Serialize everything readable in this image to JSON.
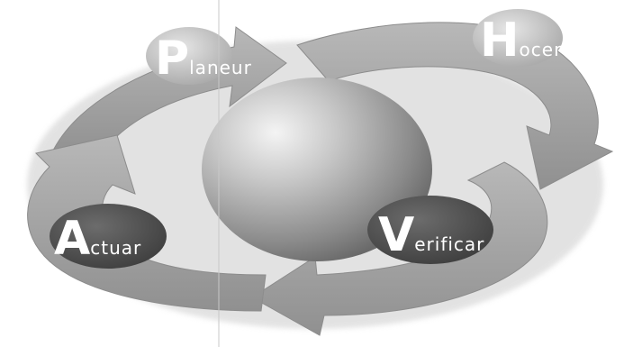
{
  "diagram": {
    "stages": [
      {
        "id": "planear",
        "initial": "P",
        "rest": "laneur"
      },
      {
        "id": "hacer",
        "initial": "H",
        "rest": "ocer"
      },
      {
        "id": "verificar",
        "initial": "V",
        "rest": "erificar"
      },
      {
        "id": "actuar",
        "initial": "A",
        "rest": "ctuar"
      }
    ],
    "colors": {
      "arrow": "#a5a5a5",
      "arrow_dark": "#7f7f7f",
      "sphere_light": "#f2f2f2",
      "sphere_dark": "#6e6e6e",
      "badge_light": "#c9c9c9",
      "badge_dark": "#5a5a5a",
      "background": "#ffffff"
    }
  }
}
